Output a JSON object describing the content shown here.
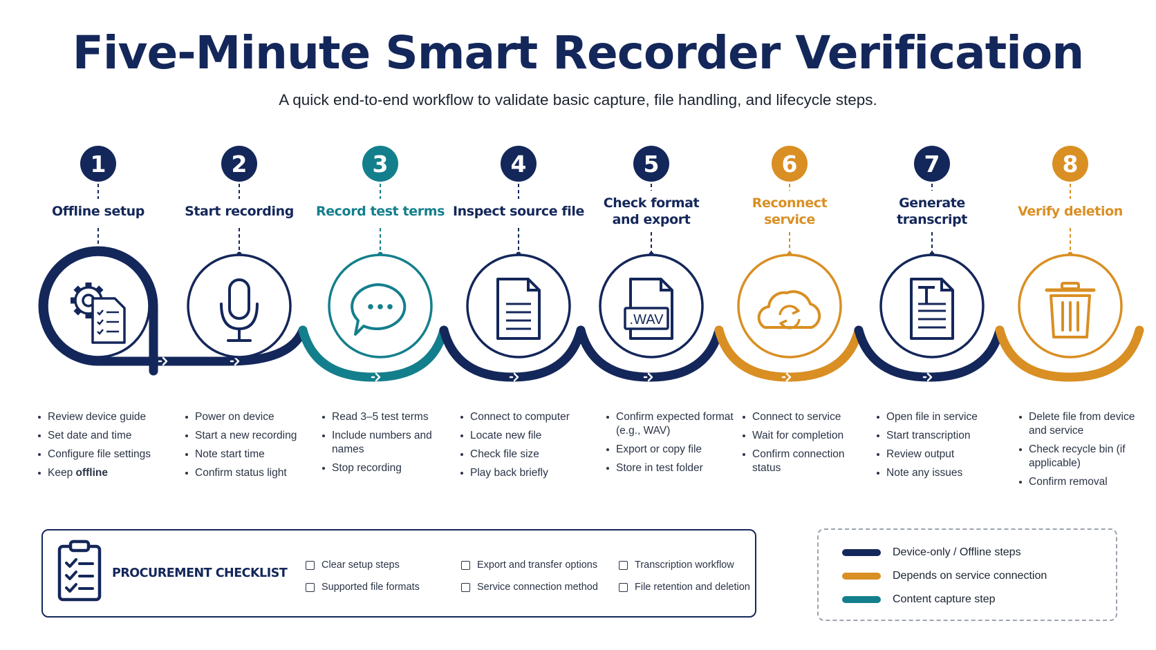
{
  "header": {
    "title": "Five-Minute Smart Recorder Verification",
    "subtitle": "A quick end-to-end workflow to validate basic capture, file handling, and lifecycle steps."
  },
  "colors": {
    "navy": "#14275a",
    "teal": "#147f8c",
    "orange": "#d98f23"
  },
  "steps": [
    {
      "number": "1",
      "title_lines": [
        "Offline setup"
      ],
      "category": "device",
      "icon": "gear-document-icon",
      "bullets": [
        {
          "text": "Review device guide"
        },
        {
          "text": "Set date and time"
        },
        {
          "text": "Configure file settings"
        },
        {
          "text": "Keep ",
          "em": "offline"
        }
      ]
    },
    {
      "number": "2",
      "title_lines": [
        "Start recording"
      ],
      "category": "device",
      "icon": "microphone-icon",
      "bullets": [
        {
          "text": "Power on device"
        },
        {
          "text": "Start a new recording"
        },
        {
          "text": "Note start time"
        },
        {
          "text": "Confirm status light"
        }
      ]
    },
    {
      "number": "3",
      "title_lines": [
        "Record test terms"
      ],
      "category": "capture",
      "icon": "chat-bubble-icon",
      "bullets": [
        {
          "text": "Read 3–5 test terms"
        },
        {
          "text": "Include numbers and names"
        },
        {
          "text": "Stop recording"
        }
      ]
    },
    {
      "number": "4",
      "title_lines": [
        "Inspect source file"
      ],
      "category": "device",
      "icon": "document-icon",
      "bullets": [
        {
          "text": "Connect to computer"
        },
        {
          "text": "Locate new file"
        },
        {
          "text": "Check file size"
        },
        {
          "text": "Play back briefly"
        }
      ]
    },
    {
      "number": "5",
      "title_lines": [
        "Check format",
        "and export"
      ],
      "category": "device",
      "icon": "wav-file-icon",
      "icon_text": ".WAV",
      "bullets": [
        {
          "text": "Confirm expected format (e.g., WAV)"
        },
        {
          "text": "Export or copy file"
        },
        {
          "text": "Store in test folder"
        }
      ]
    },
    {
      "number": "6",
      "title_lines": [
        "Reconnect",
        "service"
      ],
      "category": "service",
      "icon": "cloud-sync-icon",
      "bullets": [
        {
          "text": "Connect to service"
        },
        {
          "text": "Wait for completion"
        },
        {
          "text": "Confirm connection status"
        }
      ]
    },
    {
      "number": "7",
      "title_lines": [
        "Generate",
        "transcript"
      ],
      "category": "device",
      "icon": "transcript-icon",
      "bullets": [
        {
          "text": "Open file in service"
        },
        {
          "text": "Start transcription"
        },
        {
          "text": "Review output"
        },
        {
          "text": "Note any issues"
        }
      ]
    },
    {
      "number": "8",
      "title_lines": [
        "Verify deletion"
      ],
      "category": "service",
      "icon": "trash-icon",
      "bullets": [
        {
          "text": "Delete file from device and service"
        },
        {
          "text": "Check recycle bin (if applicable)"
        },
        {
          "text": "Confirm removal"
        }
      ]
    }
  ],
  "checklist": {
    "title": "PROCUREMENT CHECKLIST",
    "items": [
      "Clear setup steps",
      "Supported file formats",
      "Export and transfer options",
      "Service connection method",
      "Transcription workflow",
      "File retention and deletion"
    ]
  },
  "legend": [
    {
      "label": "Device-only / Offline steps",
      "color": "#14275a"
    },
    {
      "label": "Depends on service connection",
      "color": "#d98f23"
    },
    {
      "label": "Content capture step",
      "color": "#147f8c"
    }
  ]
}
